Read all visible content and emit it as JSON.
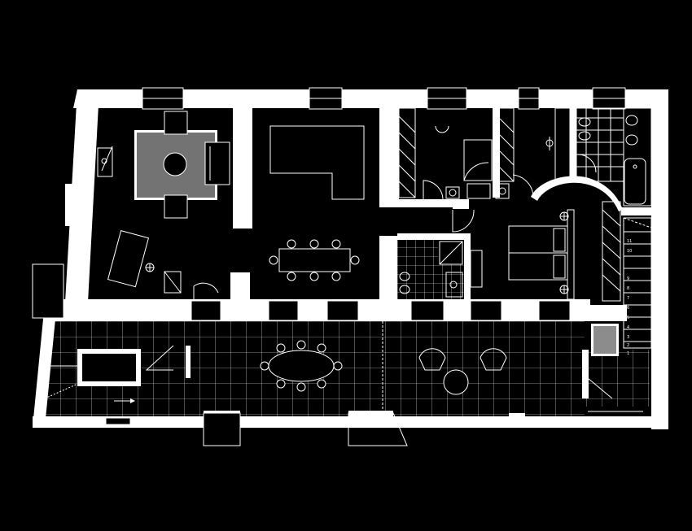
{
  "colors": {
    "background": "#000000",
    "walls": "#ffffff",
    "lines": "#ffffff"
  },
  "stair_numbers": [
    "11",
    "10",
    "9",
    "8",
    "7",
    "6",
    "5",
    "4",
    "3",
    "2",
    "1"
  ]
}
